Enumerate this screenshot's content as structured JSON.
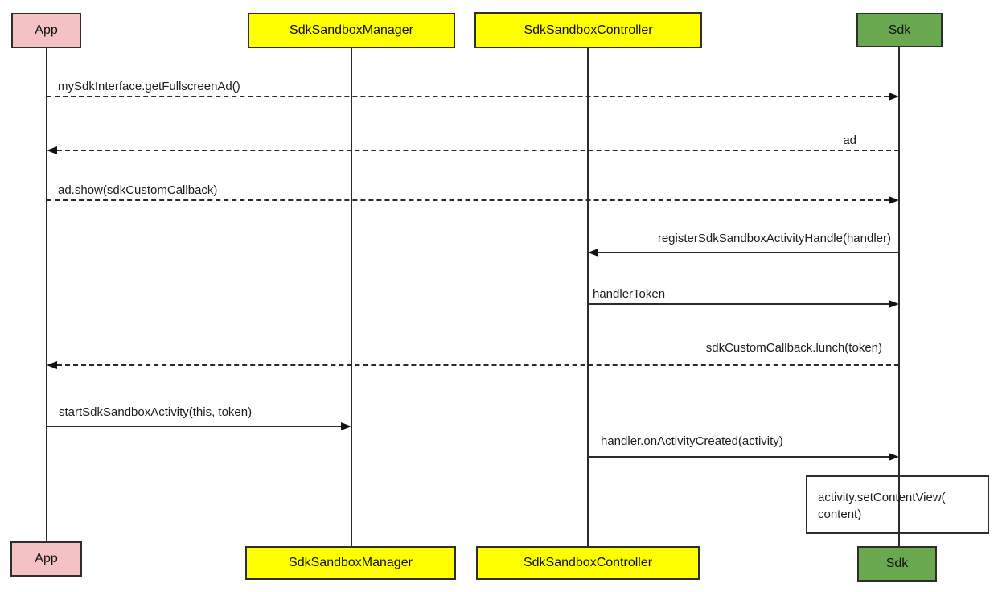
{
  "diagram": {
    "type": "sequence-diagram",
    "background_color": "#ffffff",
    "line_color": "#2b2b2b",
    "actors": [
      {
        "id": "app",
        "label": "App",
        "fill": "#f4c2c2",
        "border": "#2e2e2e"
      },
      {
        "id": "manager",
        "label": "SdkSandboxManager",
        "fill": "#ffff00",
        "border": "#2e2e2e"
      },
      {
        "id": "controller",
        "label": "SdkSandboxController",
        "fill": "#ffff00",
        "border": "#2e2e2e"
      },
      {
        "id": "sdk",
        "label": "Sdk",
        "fill": "#6aa84f",
        "border": "#2e2e2e"
      }
    ],
    "messages": [
      {
        "label": "mySdkInterface.getFullscreenAd()",
        "from": "app",
        "to": "sdk",
        "arrow": "dashed"
      },
      {
        "label": "ad",
        "from": "sdk",
        "to": "app",
        "arrow": "dashed"
      },
      {
        "label": "ad.show(sdkCustomCallback)",
        "from": "app",
        "to": "sdk",
        "arrow": "dashed"
      },
      {
        "label": "registerSdkSandboxActivityHandle(handler)",
        "from": "sdk",
        "to": "controller",
        "arrow": "solid"
      },
      {
        "label": "handlerToken",
        "from": "controller",
        "to": "sdk",
        "arrow": "solid"
      },
      {
        "label": "sdkCustomCallback.lunch(token)",
        "from": "sdk",
        "to": "app",
        "arrow": "dashed"
      },
      {
        "label": "startSdkSandboxActivity(this, token)",
        "from": "app",
        "to": "manager",
        "arrow": "solid"
      },
      {
        "label": "handler.onActivityCreated(activity)",
        "from": "controller",
        "to": "sdk",
        "arrow": "solid"
      }
    ],
    "note": {
      "attached_to": "sdk",
      "line1": "activity.setContentView(",
      "line2": "content)"
    }
  }
}
